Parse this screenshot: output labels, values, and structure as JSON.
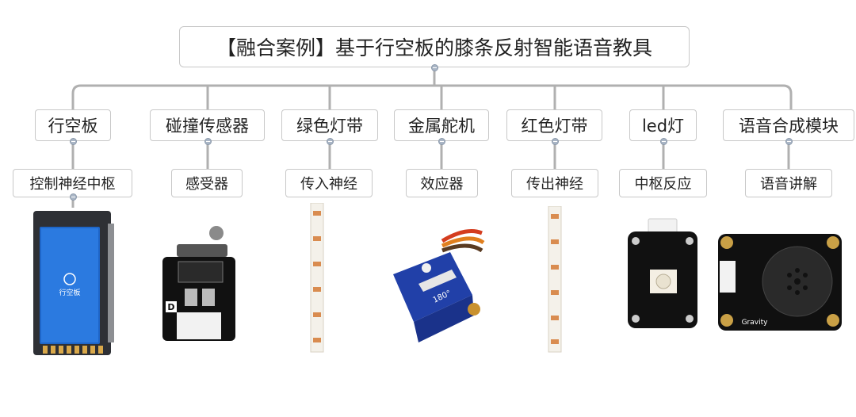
{
  "root": {
    "label": "【融合案例】基于行空板的膝条反射智能语音教具"
  },
  "branches": [
    {
      "label": "行空板",
      "child": "控制神经中枢",
      "device_name": "unihiker-board",
      "device_text": "行空板"
    },
    {
      "label": "碰撞传感器",
      "child": "感受器",
      "device_name": "collision-sensor-module",
      "device_text": "D"
    },
    {
      "label": "绿色灯带",
      "child": "传入神经",
      "device_name": "green-led-strip"
    },
    {
      "label": "金属舵机",
      "child": "效应器",
      "device_name": "metal-servo",
      "device_text": "180°"
    },
    {
      "label": "红色灯带",
      "child": "传出神经",
      "device_name": "red-led-strip"
    },
    {
      "label": "led灯",
      "child": "中枢反应",
      "device_name": "led-module"
    },
    {
      "label": "语音合成模块",
      "child": "语音讲解",
      "device_name": "speech-synthesis-module",
      "device_text": "Gravity"
    }
  ],
  "colors": {
    "line": "#b0b0b0",
    "node_border": "#c8c8c8",
    "collapse_dot": "#aab6c6"
  }
}
